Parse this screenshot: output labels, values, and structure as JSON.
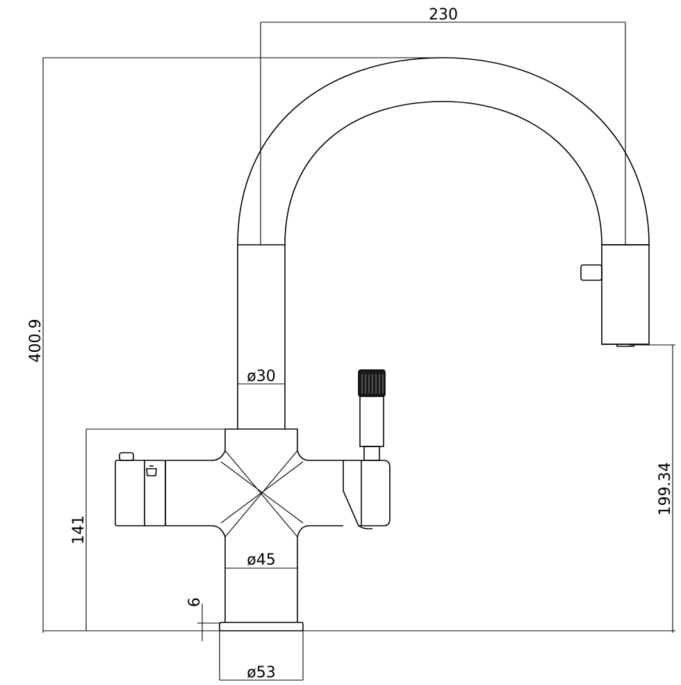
{
  "dimensions": {
    "spout_reach": "230",
    "total_height": "400.9",
    "spout_outlet_height": "199.34",
    "body_height": "141",
    "base_thickness": "6",
    "neck_diameter": "ø30",
    "body_diameter": "ø45",
    "base_diameter": "ø53"
  },
  "colors": {
    "line": "#000000",
    "background": "#ffffff"
  }
}
